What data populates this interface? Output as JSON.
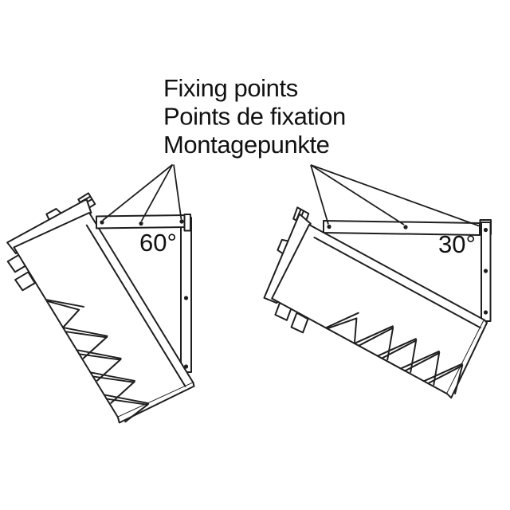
{
  "diagram": {
    "kind": "speaker-bracket-mounting-diagram",
    "labels": {
      "en": "Fixing points",
      "fr": "Points de fixation",
      "de": "Montagepunkte"
    },
    "views": [
      {
        "position": "left",
        "angle_label": "60°"
      },
      {
        "position": "right",
        "angle_label": "30°"
      }
    ],
    "fixing_hole_counts": {
      "left_view": 5,
      "right_view": 5
    },
    "colors": {
      "line": "#1f1f1f",
      "background": "#ffffff",
      "text": "#111111"
    }
  }
}
